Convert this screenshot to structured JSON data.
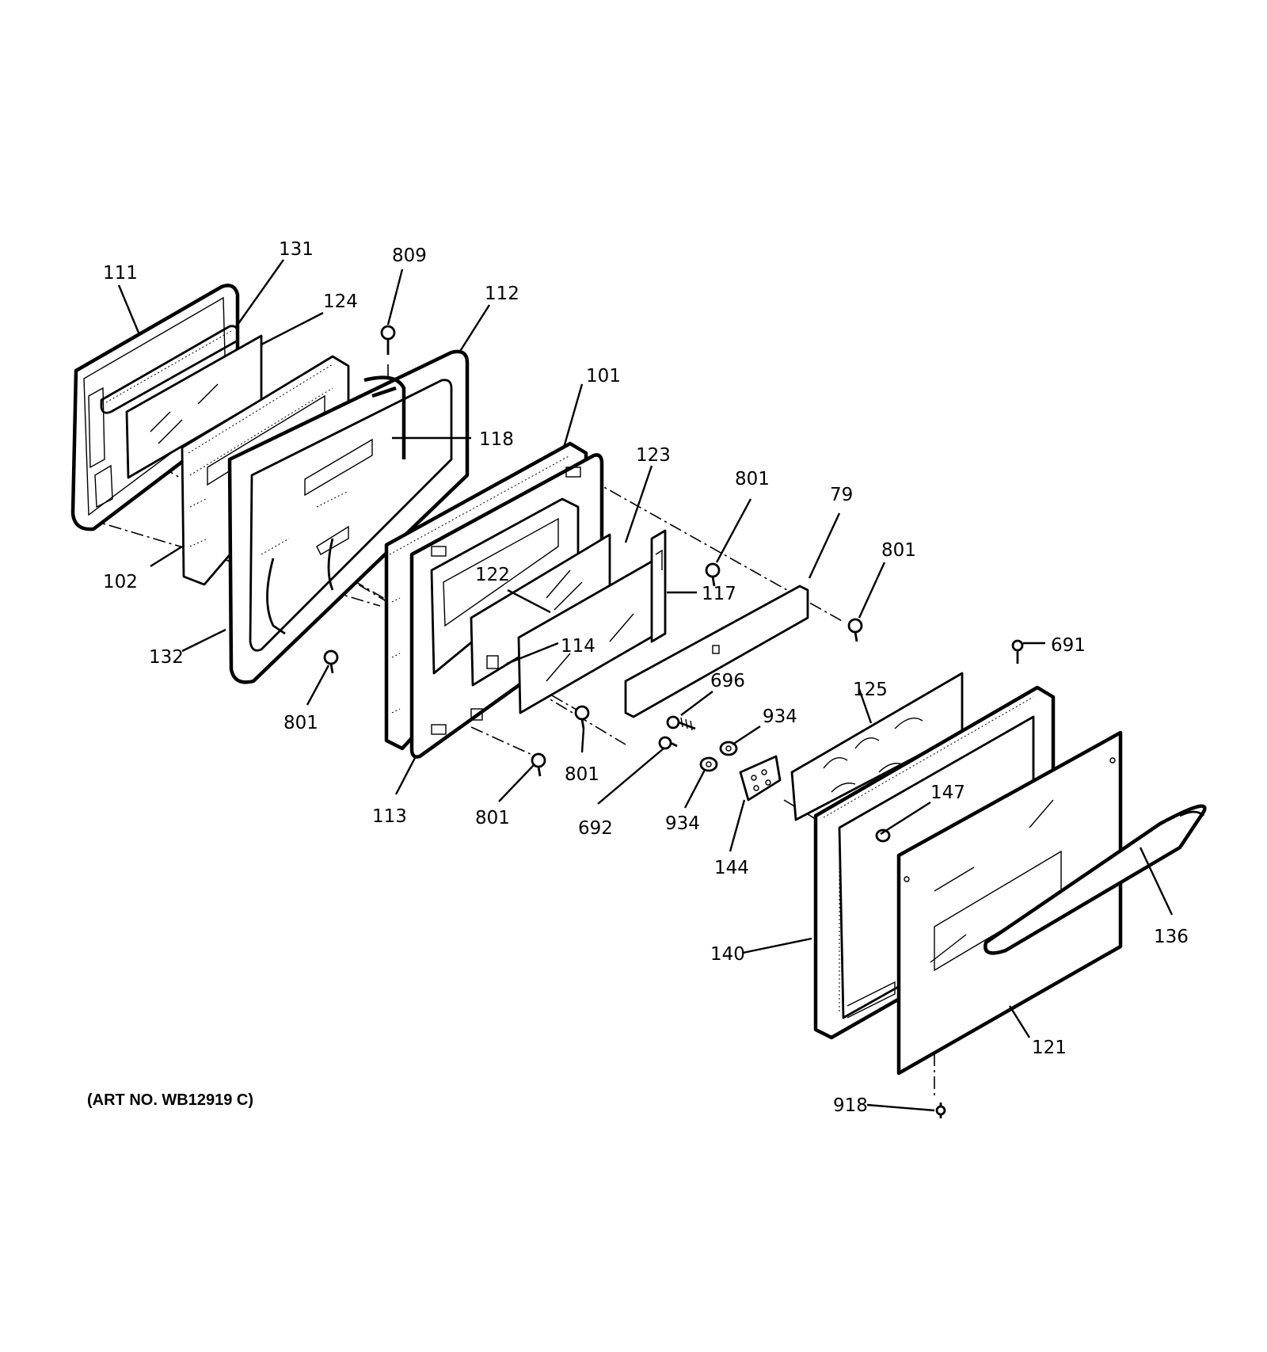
{
  "art_number": "(ART NO. WB12919 C)",
  "callouts": [
    {
      "id": "c111",
      "text": "111"
    },
    {
      "id": "c131",
      "text": "131"
    },
    {
      "id": "c124",
      "text": "124"
    },
    {
      "id": "c809",
      "text": "809"
    },
    {
      "id": "c112",
      "text": "112"
    },
    {
      "id": "c118",
      "text": "118"
    },
    {
      "id": "c101",
      "text": "101"
    },
    {
      "id": "c123",
      "text": "123"
    },
    {
      "id": "c801a",
      "text": "801"
    },
    {
      "id": "c79",
      "text": "79"
    },
    {
      "id": "c801b",
      "text": "801"
    },
    {
      "id": "c102",
      "text": "102"
    },
    {
      "id": "c132",
      "text": "132"
    },
    {
      "id": "c122",
      "text": "122"
    },
    {
      "id": "c117",
      "text": "117"
    },
    {
      "id": "c114",
      "text": "114"
    },
    {
      "id": "c691",
      "text": "691"
    },
    {
      "id": "c801c",
      "text": "801"
    },
    {
      "id": "c696",
      "text": "696"
    },
    {
      "id": "c125",
      "text": "125"
    },
    {
      "id": "c934a",
      "text": "934"
    },
    {
      "id": "c801d",
      "text": "801"
    },
    {
      "id": "c147",
      "text": "147"
    },
    {
      "id": "c113",
      "text": "113"
    },
    {
      "id": "c801e",
      "text": "801"
    },
    {
      "id": "c692",
      "text": "692"
    },
    {
      "id": "c934b",
      "text": "934"
    },
    {
      "id": "c144",
      "text": "144"
    },
    {
      "id": "c136",
      "text": "136"
    },
    {
      "id": "c140",
      "text": "140"
    },
    {
      "id": "c121",
      "text": "121"
    },
    {
      "id": "c918",
      "text": "918"
    }
  ]
}
